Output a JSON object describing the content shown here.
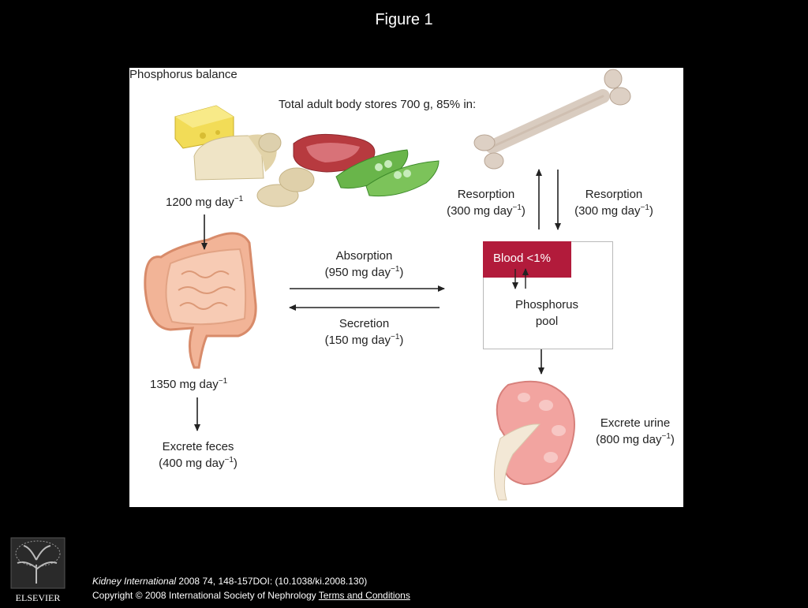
{
  "slide_title": "Figure 1",
  "diagram": {
    "heading": "Phosphorus balance",
    "body_stores": "Total adult body stores 700 g, 85% in:",
    "intake": {
      "value": "1200 mg day",
      "exp": "−1"
    },
    "resorption_up": {
      "label": "Resorption",
      "value": "(300 mg day",
      "exp": "−1",
      "close": ")"
    },
    "resorption_down": {
      "label": "Resorption",
      "value": "(300 mg day",
      "exp": "−1",
      "close": ")"
    },
    "absorption": {
      "label": "Absorption",
      "value": "(950 mg day",
      "exp": "−1",
      "close": ")"
    },
    "secretion": {
      "label": "Secretion",
      "value": "(150 mg day",
      "exp": "−1",
      "close": ")"
    },
    "blood": "Blood <1%",
    "pool_line1": "Phosphorus",
    "pool_line2": "pool",
    "gut_output": {
      "value": "1350 mg day",
      "exp": "−1"
    },
    "feces": {
      "label": "Excrete feces",
      "value": "(400 mg day",
      "exp": "−1",
      "close": ")"
    },
    "urine": {
      "label": "Excrete urine",
      "value": "(800 mg day",
      "exp": "−1",
      "close": ")"
    }
  },
  "footer": {
    "journal": "Kidney International",
    "citation": " 2008 74, 148-157DOI: (10.1038/ki.2008.130)",
    "copyright": "Copyright © 2008 International Society of Nephrology ",
    "terms_link": "Terms and Conditions",
    "publisher": "ELSEVIER"
  },
  "colors": {
    "blood_box": "#b21b3b",
    "background": "#000000"
  }
}
